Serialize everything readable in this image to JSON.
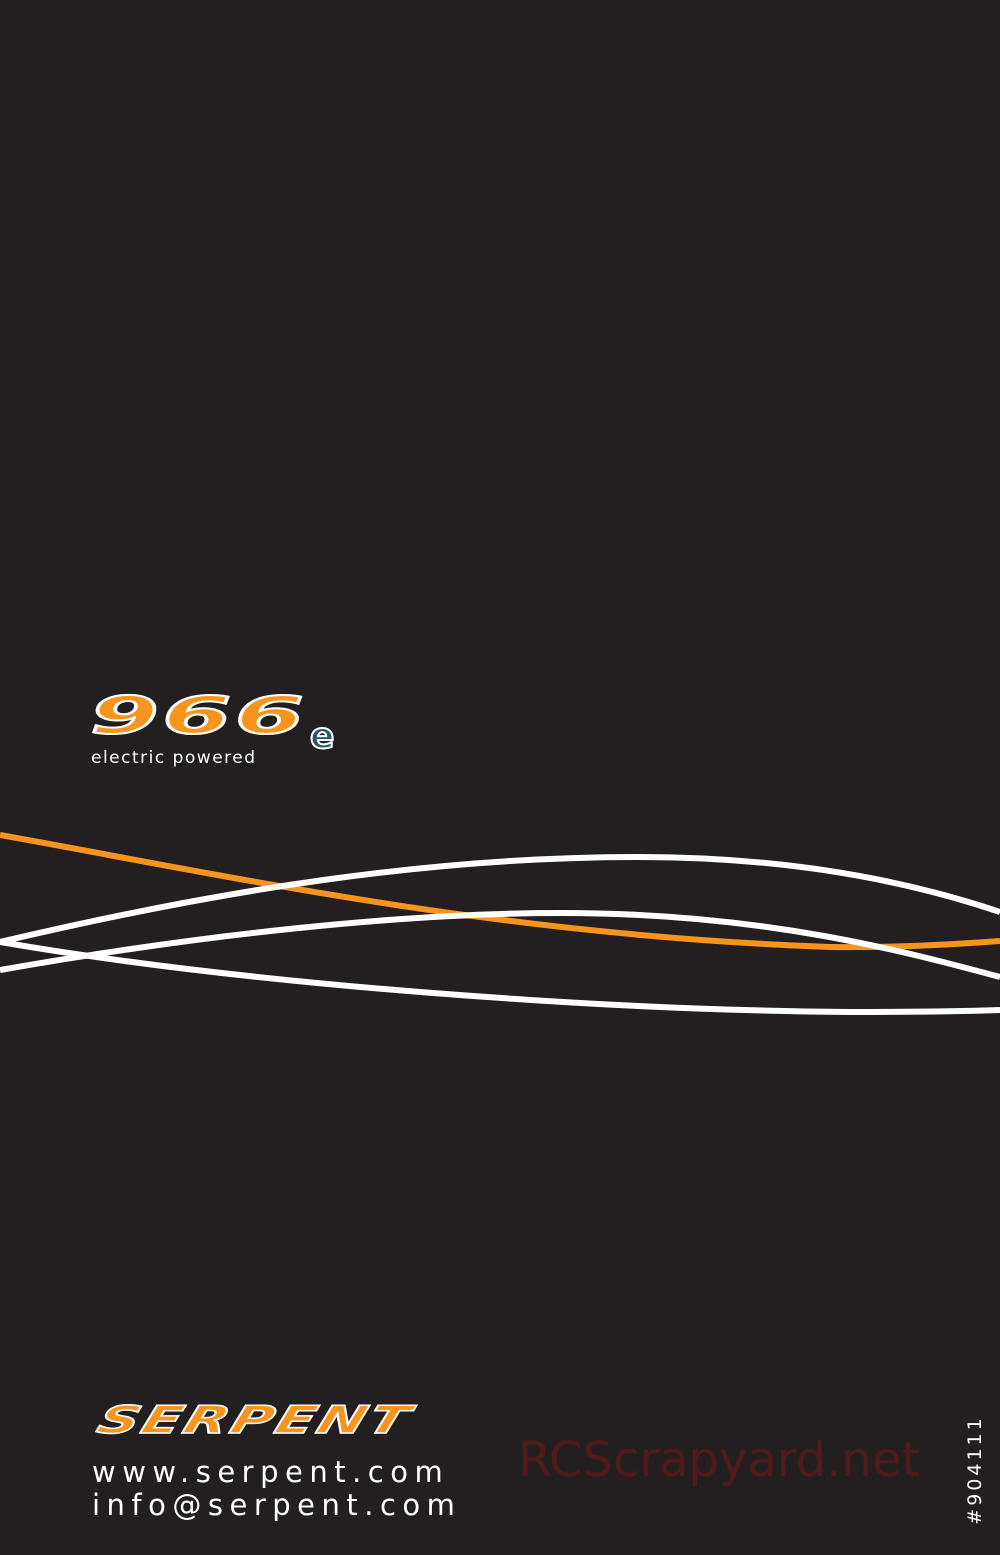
{
  "product_logo": {
    "model": "966",
    "suffix": "e",
    "tagline": "electric powered"
  },
  "brand_logo": {
    "name": "SERPENT"
  },
  "contact": {
    "website": "www.serpent.com",
    "email": "info@serpent.com"
  },
  "watermark": "RCScrapyard.net",
  "part_number": "#904111",
  "colors": {
    "background": "#231f20",
    "accent": "#f7941d",
    "lines": "#ffffff"
  }
}
